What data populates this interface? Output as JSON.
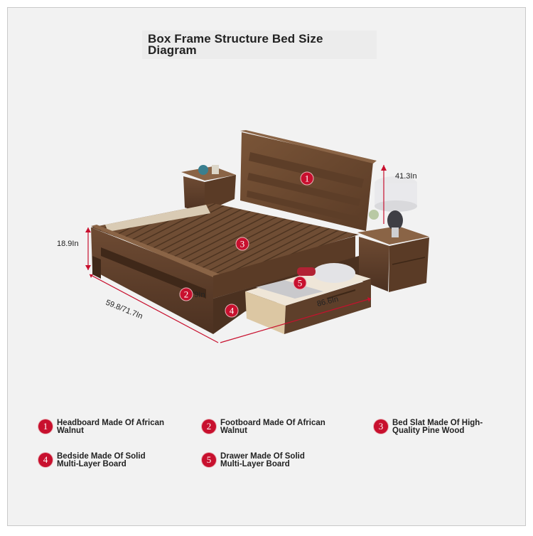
{
  "title": "Box Frame Structure Bed Size Diagram",
  "dimensions": {
    "headboard_height": "41.3In",
    "bed_height": "18.9In",
    "width": "59.8/71.7In",
    "length": "86.6In",
    "slat_gap": "0.79In"
  },
  "callouts": [
    "1",
    "2",
    "3",
    "4",
    "5"
  ],
  "legend": [
    {
      "num": "1",
      "text": "Headboard Made Of African Walnut"
    },
    {
      "num": "2",
      "text": "Footboard Made Of African Walnut"
    },
    {
      "num": "3",
      "text": "Bed Slat Made Of High-Quality Pine Wood"
    },
    {
      "num": "4",
      "text": "Bedside Made Of Solid Multi-Layer Board"
    },
    {
      "num": "5",
      "text": "Drawer Made Of Solid Multi-Layer Board"
    }
  ],
  "colors": {
    "accent": "#c8102e",
    "wood": "#6b4a33",
    "background": "#f2f2f2"
  }
}
